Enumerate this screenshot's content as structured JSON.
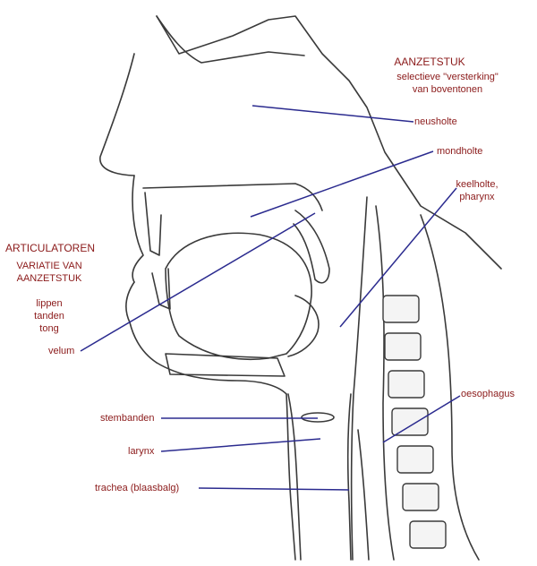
{
  "colors": {
    "label": "#8b1a1a",
    "leader": "#2b2b8f",
    "cavity": "#e3ebe3",
    "outline": "#3a3a3a",
    "bone": "#f4f4f4"
  },
  "labels": {
    "aanzetstuk_title": "AANZETSTUK",
    "aanzetstuk_line1": "selectieve \"versterking\"",
    "aanzetstuk_line2": "van boventonen",
    "neusholte": "neusholte",
    "mondholte": "mondholte",
    "keelholte_line1": "keelholte,",
    "keelholte_line2": "pharynx",
    "articulatoren": "ARTICULATOREN",
    "variatie_line1": "VARIATIE VAN",
    "variatie_line2": "AANZETSTUK",
    "lippen": "lippen",
    "tanden": "tanden",
    "tong": "tong",
    "velum": "velum",
    "oesophagus": "oesophagus",
    "stembanden": "stembanden",
    "larynx": "larynx",
    "trachea": "trachea (blaasbalg)"
  }
}
